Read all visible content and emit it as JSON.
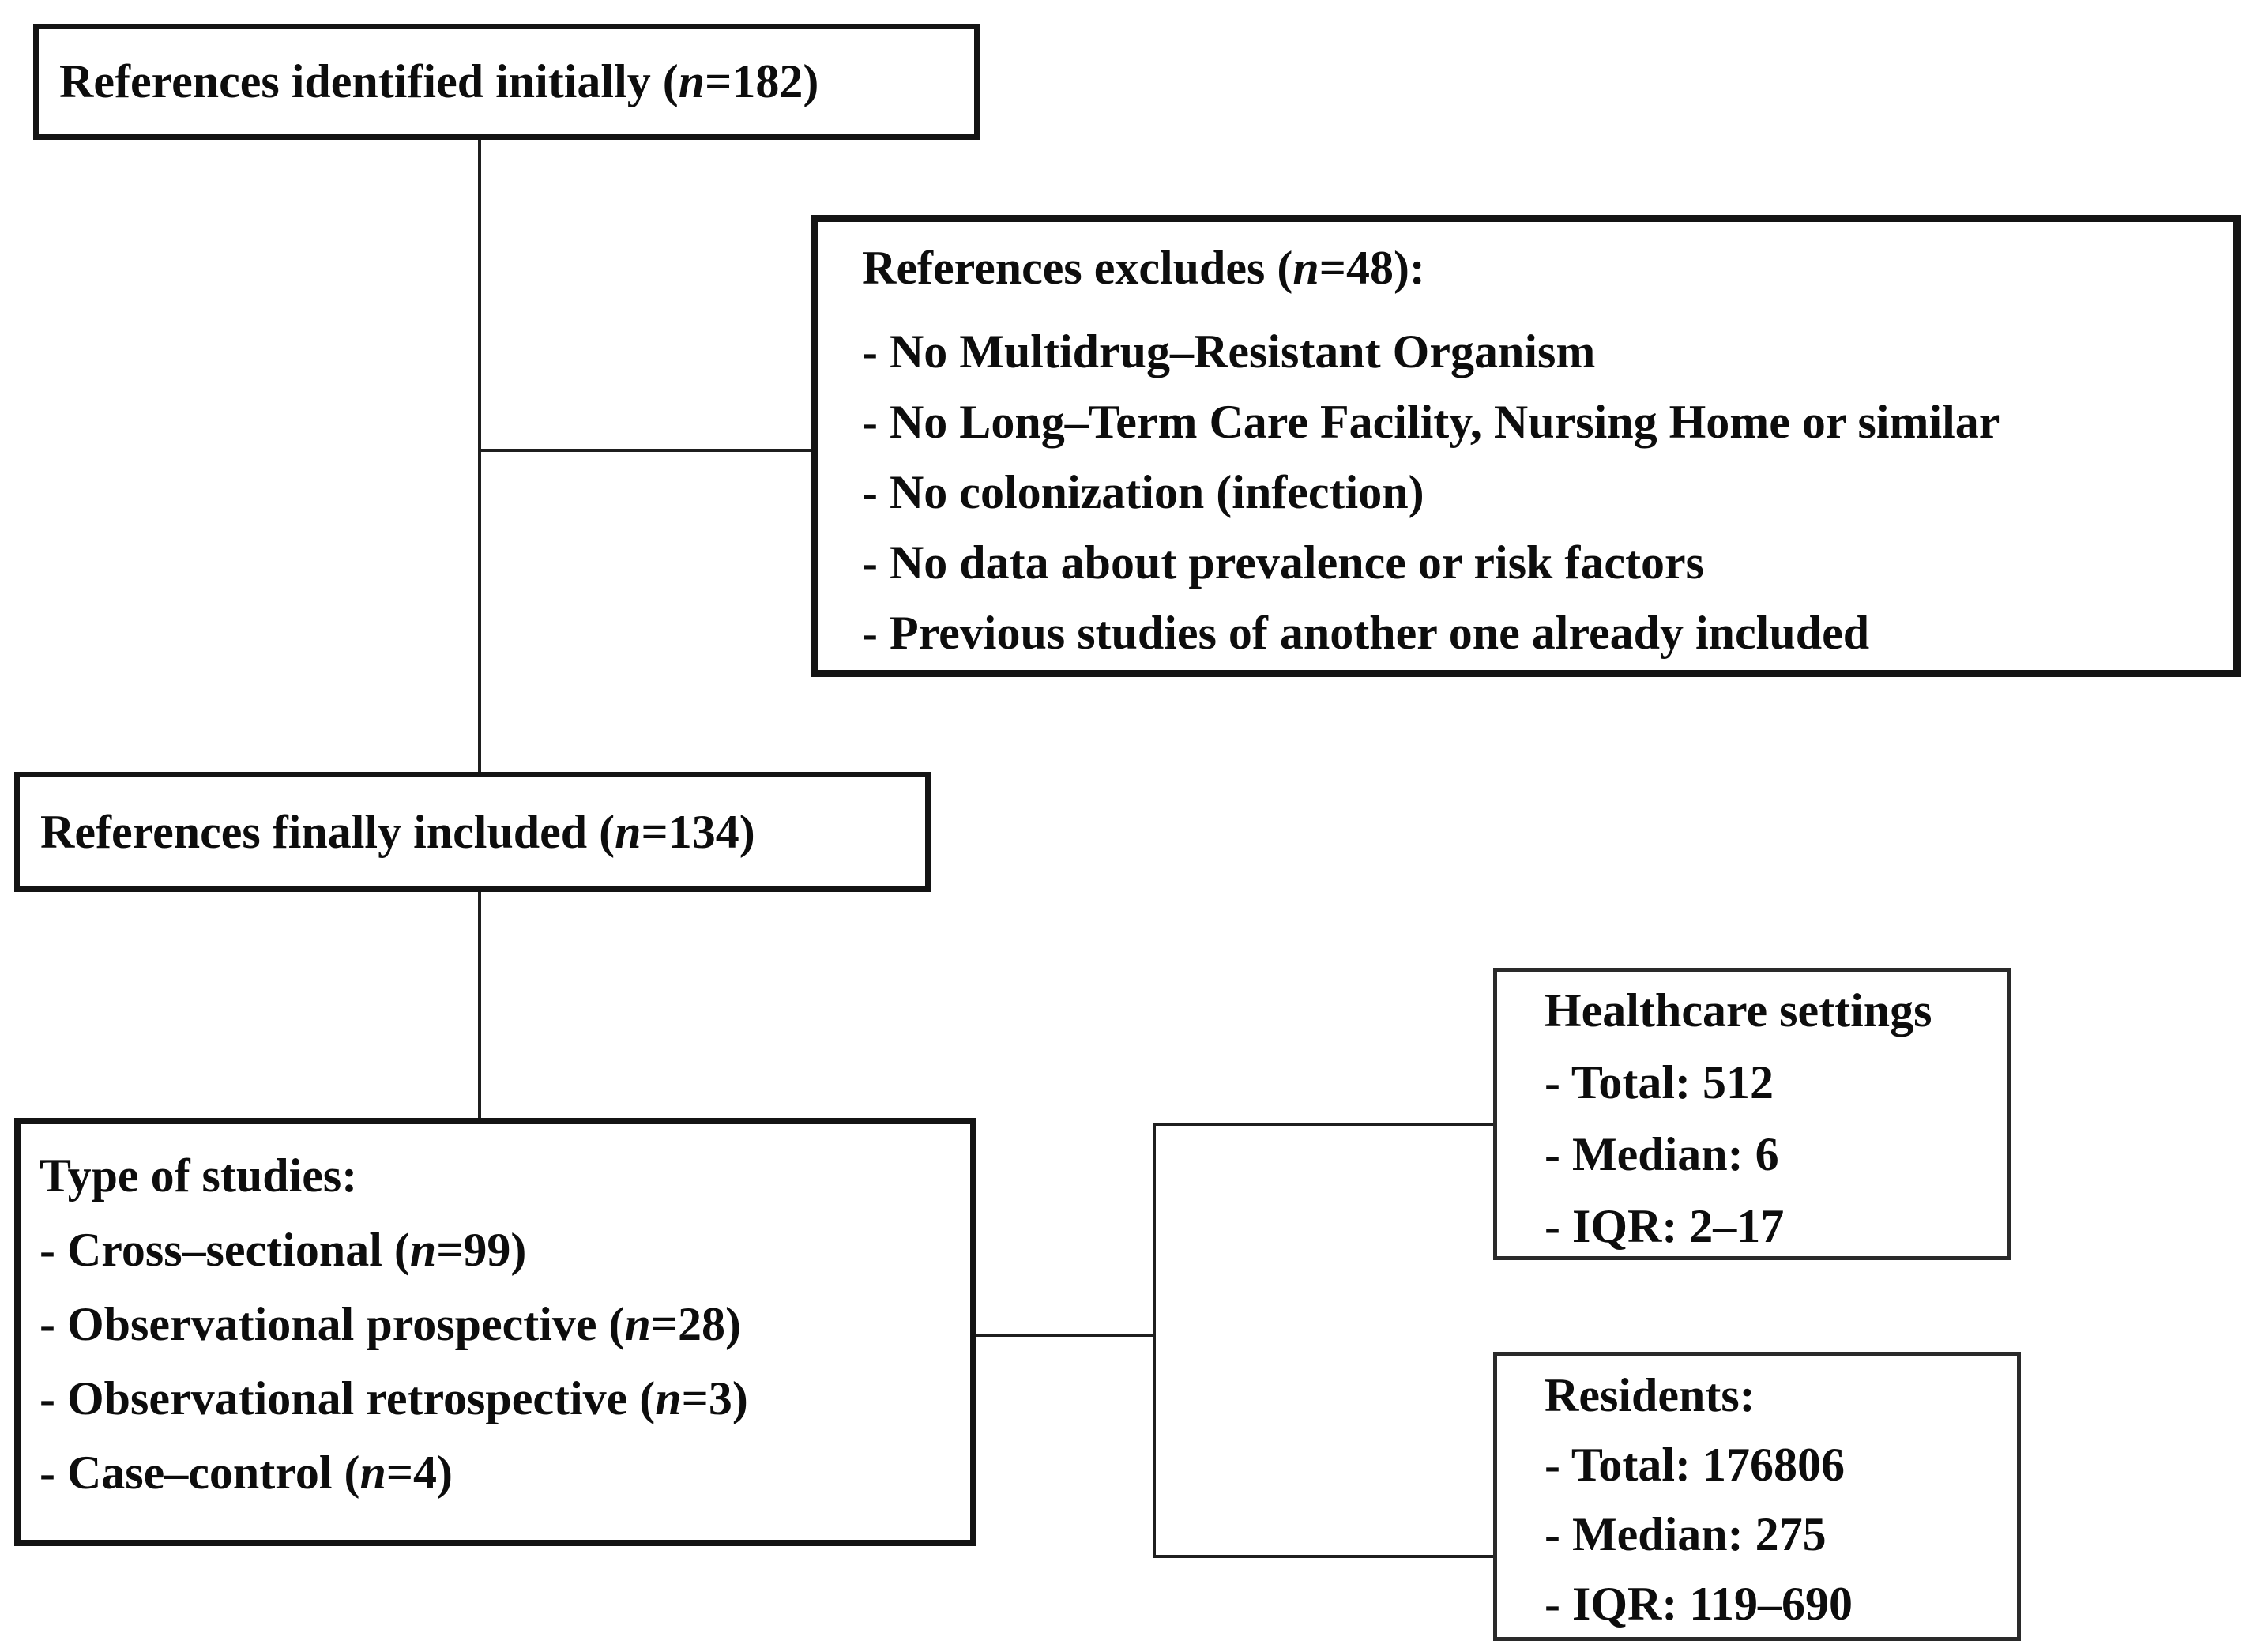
{
  "figure": {
    "background": "#ffffff",
    "border_color": "#141414",
    "line_color": "#1f1f1f",
    "text_color": "#0d0d0d"
  },
  "boxes": {
    "identified": {
      "before": "References identified initially (",
      "n": "n",
      "after": "=182)"
    },
    "excludes": {
      "heading": {
        "before": "References excludes (",
        "n": "n",
        "after": "=48):"
      },
      "items": [
        "- No Multidrug–Resistant Organism",
        "- No Long–Term Care Facility, Nursing Home or similar",
        "- No colonization (infection)",
        "- No data about prevalence or risk factors",
        "- Previous studies of another one already included"
      ]
    },
    "included": {
      "before": "References finally included (",
      "n": "n",
      "after": "=134)"
    },
    "types": {
      "heading": "Type of studies:",
      "items": [
        {
          "before": "- Cross–sectional (",
          "n": "n",
          "after": "=99)"
        },
        {
          "before": "- Observational prospective (",
          "n": "n",
          "after": "=28)"
        },
        {
          "before": "- Observational retrospective (",
          "n": "n",
          "after": "=3)"
        },
        {
          "before": "- Case–control (",
          "n": "n",
          "after": "=4)"
        }
      ]
    },
    "healthcare": {
      "heading": "Healthcare settings",
      "items": [
        "- Total: 512",
        "- Median: 6",
        "- IQR: 2–17"
      ]
    },
    "residents": {
      "heading": "Residents:",
      "items": [
        "- Total: 176806",
        "- Median: 275",
        "- IQR: 119–690"
      ]
    }
  }
}
